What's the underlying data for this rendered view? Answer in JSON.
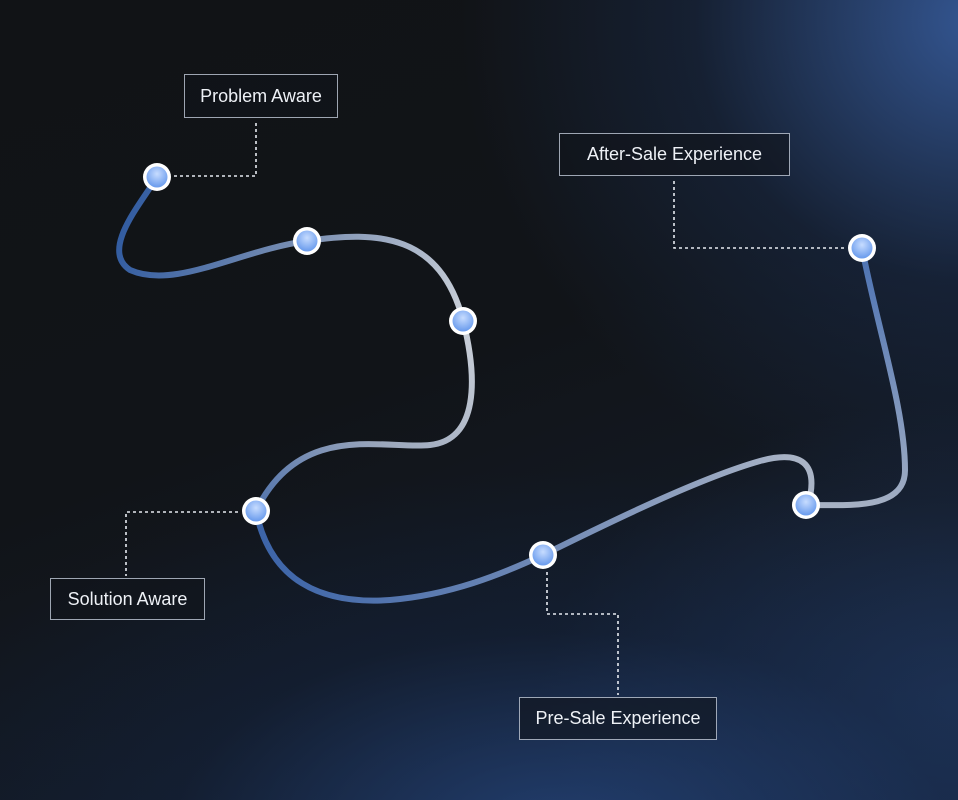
{
  "stages": {
    "problem_aware": "Problem Aware",
    "after_sale": "After-Sale Experience",
    "solution_aware": "Solution Aware",
    "pre_sale": "Pre-Sale Experience"
  },
  "colors": {
    "path_start": "#3a63a6",
    "path_mid": "#c2c9d4",
    "node_fill": "#8fb8ff",
    "node_ring": "#ffffff",
    "connector": "#e6eaf0"
  }
}
